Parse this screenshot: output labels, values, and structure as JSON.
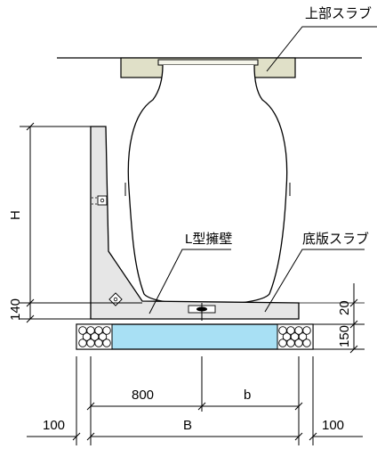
{
  "labels": {
    "upper_slab": "上部スラブ",
    "l_wall": "L型擁壁",
    "base_slab": "底版スラブ"
  },
  "dimensions": {
    "H": "H",
    "d140": "140",
    "d20": "20",
    "d150": "150",
    "d800": "800",
    "b": "b",
    "B": "B",
    "d100_left": "100",
    "d100_right": "100"
  },
  "colors": {
    "slab_fill": "#e0e0c8",
    "concrete_fill": "#e6e6e6",
    "base_fill": "#a8e0f4",
    "pipe_fill": "#ffffff",
    "line": "#000000"
  }
}
